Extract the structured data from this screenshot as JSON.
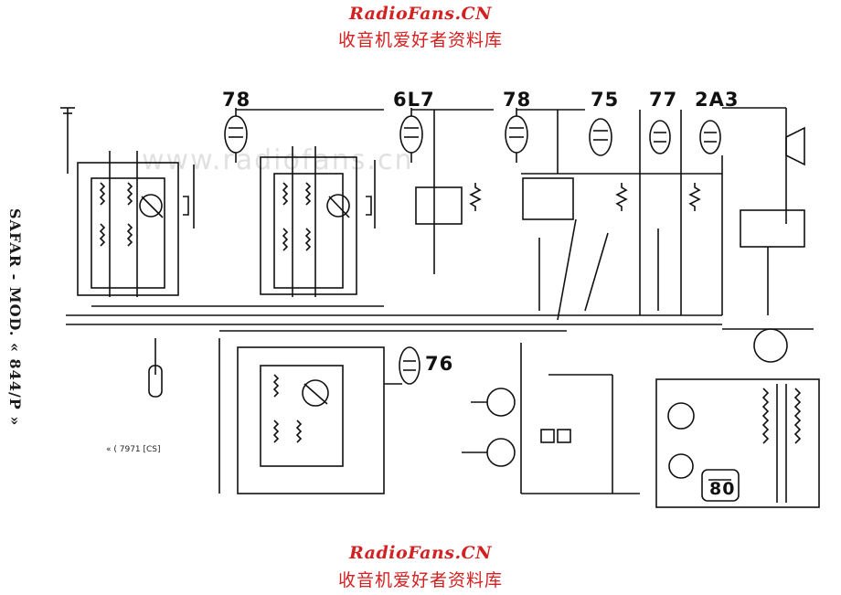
{
  "watermark": {
    "site": "RadioFans.CN",
    "site_cn": "收音机爱好者资料库",
    "background": "www.radiofans.cn"
  },
  "title": "SAFAR - MOD. « 844/P »",
  "tubes": [
    "78",
    "6L7",
    "78",
    "75",
    "77",
    "2A3",
    "76",
    "80"
  ],
  "note": "« ( 7971 [CS]"
}
